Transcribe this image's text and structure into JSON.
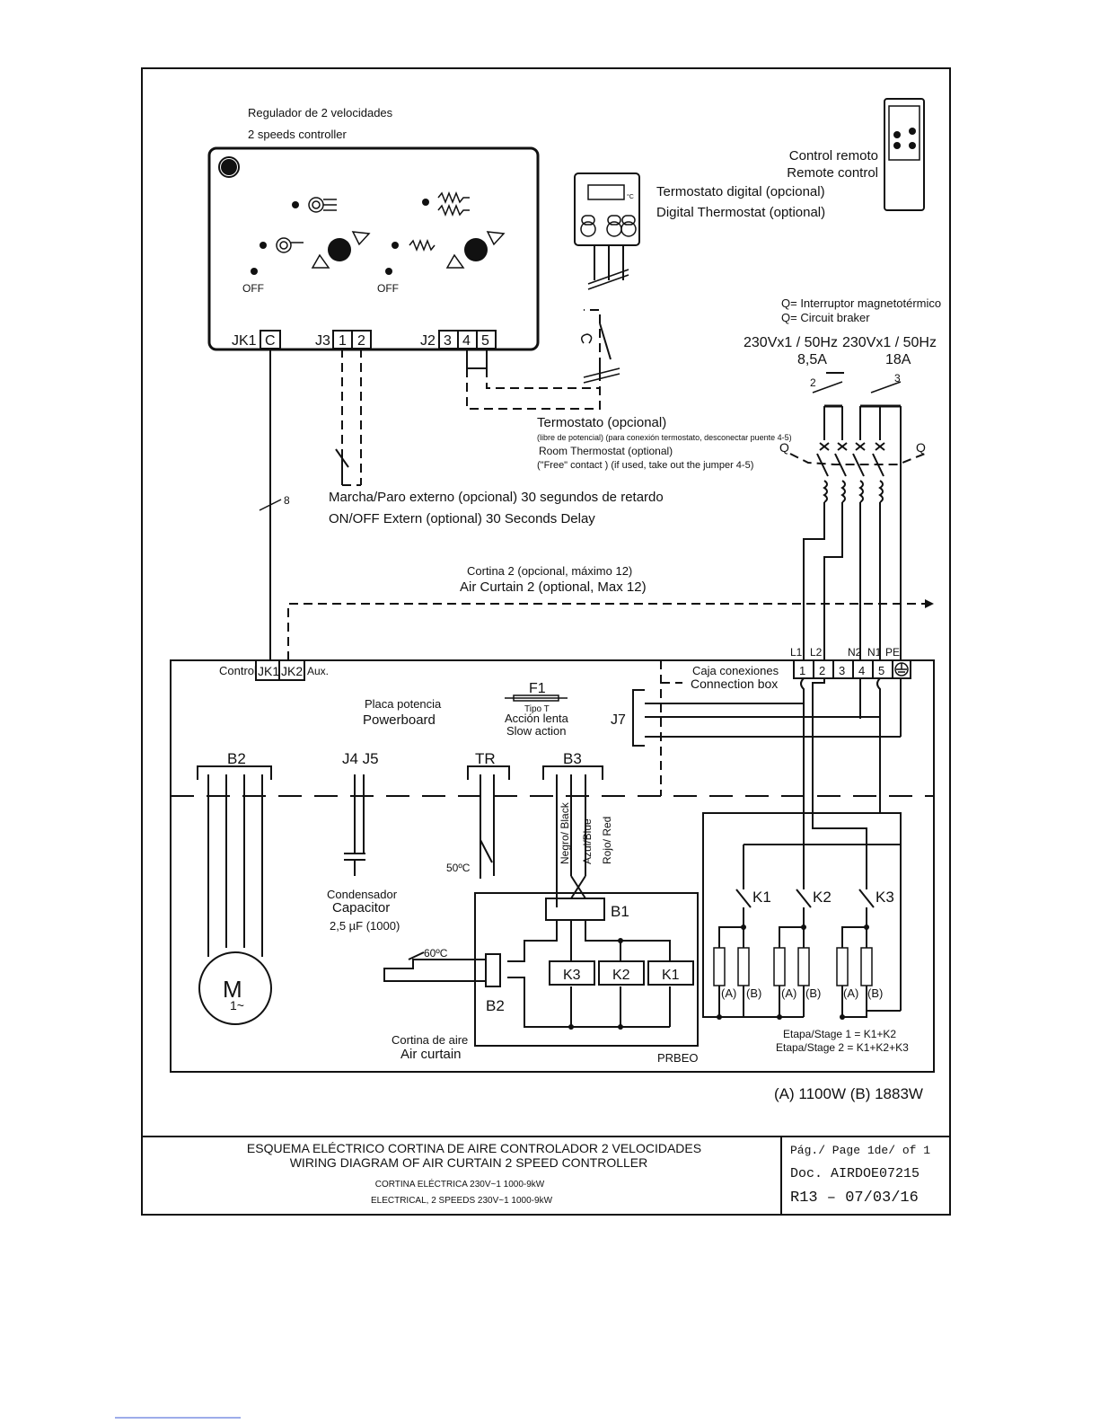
{
  "controller": {
    "title_es": "Regulador de 2 velocidades",
    "title_en": "2 speeds controller",
    "off_left": "OFF",
    "off_right": "OFF",
    "jk1": "JK1",
    "c": "C",
    "j3": "J3",
    "j3_1": "1",
    "j3_2": "2",
    "j2": "J2",
    "j2_3": "3",
    "j2_4": "4",
    "j2_5": "5"
  },
  "thermostat_digital": {
    "unit": "°C",
    "label_es": "Termostato digital (opcional)",
    "label_en": "Digital Thermostat (optional)"
  },
  "remote": {
    "label_es": "Control remoto",
    "label_en": "Remote control"
  },
  "breaker": {
    "label_es": "Q= Interruptor magnetotérmico",
    "label_en": "Q= Circuit braker",
    "supply1": "230Vx1 / 50Hz",
    "supply1_amp": "8,5A",
    "supply2": "230Vx1 / 50Hz",
    "supply2_amp": "18A",
    "wires1": "2",
    "wires2": "3",
    "q_left": "Q",
    "q_right": "Q"
  },
  "room_thermostat": {
    "title_es": "Termostato (opcional)",
    "note_es": "(libre de potencial) (para conexión termostato, desconectar puente 4-5)",
    "title_en": "Room Thermostat (optional)",
    "note_en": "(\"Free\" contact ) (if used, take out the jumper 4-5)"
  },
  "onoff": {
    "label_es": "Marcha/Paro externo (opcional) 30 segundos de retardo",
    "label_en": "ON/OFF Extern (optional) 30 Seconds Delay",
    "wires": "8"
  },
  "curtain2": {
    "label_es": "Cortina 2 (opcional, máximo 12)",
    "label_en": "Air Curtain 2 (optional, Max 12)"
  },
  "powerboard": {
    "control": "Control",
    "jk1": "JK1",
    "jk2": "JK2",
    "aux": "Aux.",
    "label_es": "Placa potencia",
    "label_en": "Powerboard",
    "fuse": "F1",
    "fuse_type": "Tipo T",
    "fuse_es": "Acción lenta",
    "fuse_en": "Slow action",
    "j7": "J7",
    "b2": "B2",
    "j4j5": "J4 J5",
    "tr": "TR",
    "b3": "B3",
    "tr_temp": "50ºC",
    "wire_black": "Negro/ Black",
    "wire_blue": "Azul/Blue",
    "wire_red": "Rojo/ Red",
    "cap_es": "Condensador",
    "cap_en": "Capacitor",
    "cap_value": "2,5 µF (1000)",
    "motor": "M",
    "motor_sub": "1~",
    "b1": "B1",
    "sensor_temp": "60ºC",
    "b2_sub": "B2",
    "relay_k3": "K3",
    "relay_k2": "K2",
    "relay_k1": "K1",
    "prbeo": "PRBEO",
    "curtain_es": "Cortina de aire",
    "curtain_en": "Air curtain"
  },
  "connection_box": {
    "label_es": "Caja conexiones",
    "label_en": "Connection box",
    "l1": "L1",
    "l2": "L2",
    "n2": "N2",
    "n1": "N1",
    "pe": "PE",
    "t1": "1",
    "t2": "2",
    "t3": "3",
    "t4": "4",
    "t5": "5"
  },
  "contactors": {
    "k1": "K1",
    "k2": "K2",
    "k3": "K3",
    "a": "(A)",
    "b": "(B)",
    "stage1": "Etapa/Stage 1 = K1+K2",
    "stage2": "Etapa/Stage 2 = K1+K2+K3",
    "power": "(A) 1100W  (B) 1883W"
  },
  "title_block": {
    "title_es": "ESQUEMA ELÉCTRICO CORTINA DE AIRE CONTROLADOR 2 VELOCIDADES",
    "title_en": "WIRING DIAGRAM OF AIR CURTAIN 2 SPEED CONTROLLER",
    "sub_es": "CORTINA ELÉCTRICA 230V~1 1000-9kW",
    "sub_en": "ELECTRICAL, 2 SPEEDS 230V~1 1000-9kW",
    "page": "Pág./ Page   1de/ of  1",
    "doc": "Doc.   AIRDOE07215",
    "rev": "R13 – 07/03/16"
  }
}
